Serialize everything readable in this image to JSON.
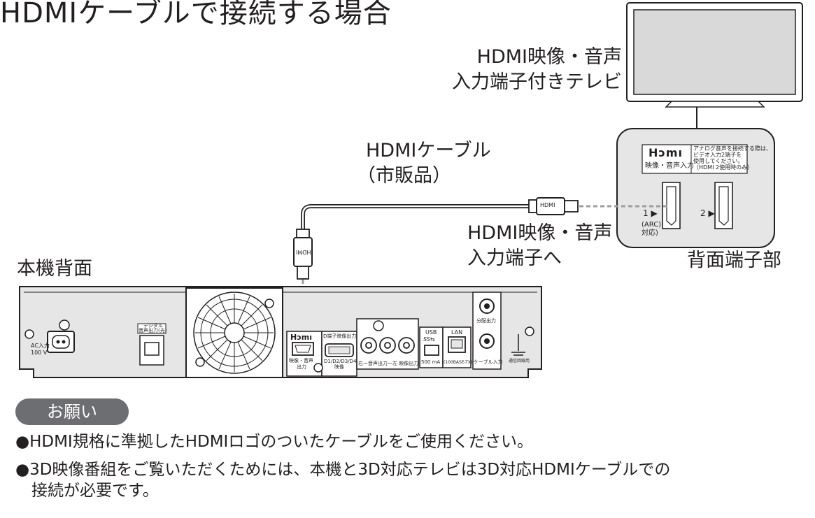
{
  "title": "HDMIケーブルで接続する場合",
  "tv": {
    "label_line1": "HDMI映像・音声",
    "label_line2": "入力端子付きテレビ"
  },
  "tv_panel": {
    "hdmi_logo": "Hɔmı",
    "input_label": "映像・音声入力",
    "notice_lines": [
      "アナログ音声を接続する際は、",
      "ビデオ入力2端子を",
      "使用してください。",
      "（HDMI 2使用時のみ）"
    ],
    "port1_label": "1 ▶",
    "arc_label_line1": "(ARC)",
    "arc_label_line2": "対応)",
    "port2_label": "2 ▶"
  },
  "rear_terminal_label": "背面端子部",
  "cable": {
    "label_line1": "HDMIケーブル",
    "label_line2": "（市販品）",
    "plug_text": "HDMI"
  },
  "tv_input_label_line1": "HDMI映像・音声",
  "tv_input_label_line2": "入力端子へ",
  "unit_back_label": "本機背面",
  "unit": {
    "ac_label_line1": "AC入力",
    "ac_label_line2": "100 V",
    "digital_audio_line1": "デジタル",
    "digital_audio_line2": "音声出力(光)",
    "hdmi_logo": "Hɔmı",
    "hdmi_out_line1": "映像・音声",
    "hdmi_out_line2": "出力",
    "d_terminal_label": "D端子映像出力",
    "d_terminal_sub_line1": "D1/D2/D3/D4",
    "d_terminal_sub_line2": "映像",
    "audio_out_label": "右ー音声出力ー左  映像出力",
    "usb_label": "USB",
    "usb_ss": "SS⇆",
    "usb_power": "500 mA",
    "lan_label": "LAN",
    "lan_sub": "(100BASE-TX)",
    "split_out_label": "分配出力",
    "cable_in_label": "ケーブル入力",
    "ground_label": "通信回線用"
  },
  "notes": {
    "badge": "お願い",
    "items": [
      "●HDMI規格に準拠したHDMIロゴのついたケーブルをご使用ください。",
      "●3D映像番組をご覧いただくためには、本機と3D対応テレビは3D対応HDMIケーブルでの",
      "　接続が必要です。"
    ]
  },
  "colors": {
    "line": "#231f20",
    "panel_gray": "#e6e6e6",
    "badge_gray": "#6d6e71",
    "screen": "#d9d9d9",
    "dashed": "#9d9d9d"
  }
}
